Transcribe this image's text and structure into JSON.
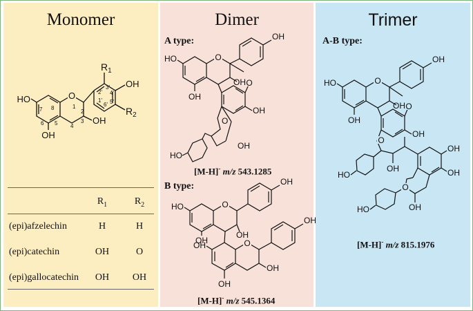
{
  "panels": {
    "monomer": {
      "title": "Monomer",
      "bg": "#fdeec2"
    },
    "dimer": {
      "title": "Dimer",
      "bg": "#f7e1d9",
      "a_type": "A type:",
      "a_mass_ion": "[M-H]",
      "a_mass_mz": "m/z",
      "a_mass_value": "543.1285",
      "b_type": "B type:",
      "b_mass_ion": "[M-H]",
      "b_mass_mz": "m/z",
      "b_mass_value": "545.1364"
    },
    "trimer": {
      "title": "Trimer",
      "bg": "#c8e6f3",
      "ab_type": "A-B type:",
      "mass_ion": "[M-H]",
      "mass_mz": "m/z",
      "mass_value": "815.1976"
    }
  },
  "monomer_labels": {
    "R1": "R",
    "R1_sub": "1",
    "R2": "R",
    "R2_sub": "2",
    "OH": "OH",
    "HO": "HO",
    "O": "O",
    "n1": "1",
    "n2": "2",
    "n3": "3",
    "n4": "4",
    "n5": "5",
    "n6": "6",
    "n7": "7",
    "n8": "8",
    "p1": "1'",
    "p2": "2'",
    "p3": "3'",
    "p4": "4'",
    "p5": "5'",
    "p6": "6'"
  },
  "table": {
    "header": {
      "r1": "R",
      "r1_sub": "1",
      "r2": "R",
      "r2_sub": "2"
    },
    "rows": [
      {
        "name": "(epi)afzelechin",
        "r1": "H",
        "r2": "H"
      },
      {
        "name": "(epi)catechin",
        "r1": "OH",
        "r2": "O"
      },
      {
        "name": "(epi)gallocatechin",
        "r1": "OH",
        "r2": "OH"
      }
    ]
  },
  "atoms": {
    "OH": "OH",
    "HO": "HO",
    "O": "O"
  }
}
